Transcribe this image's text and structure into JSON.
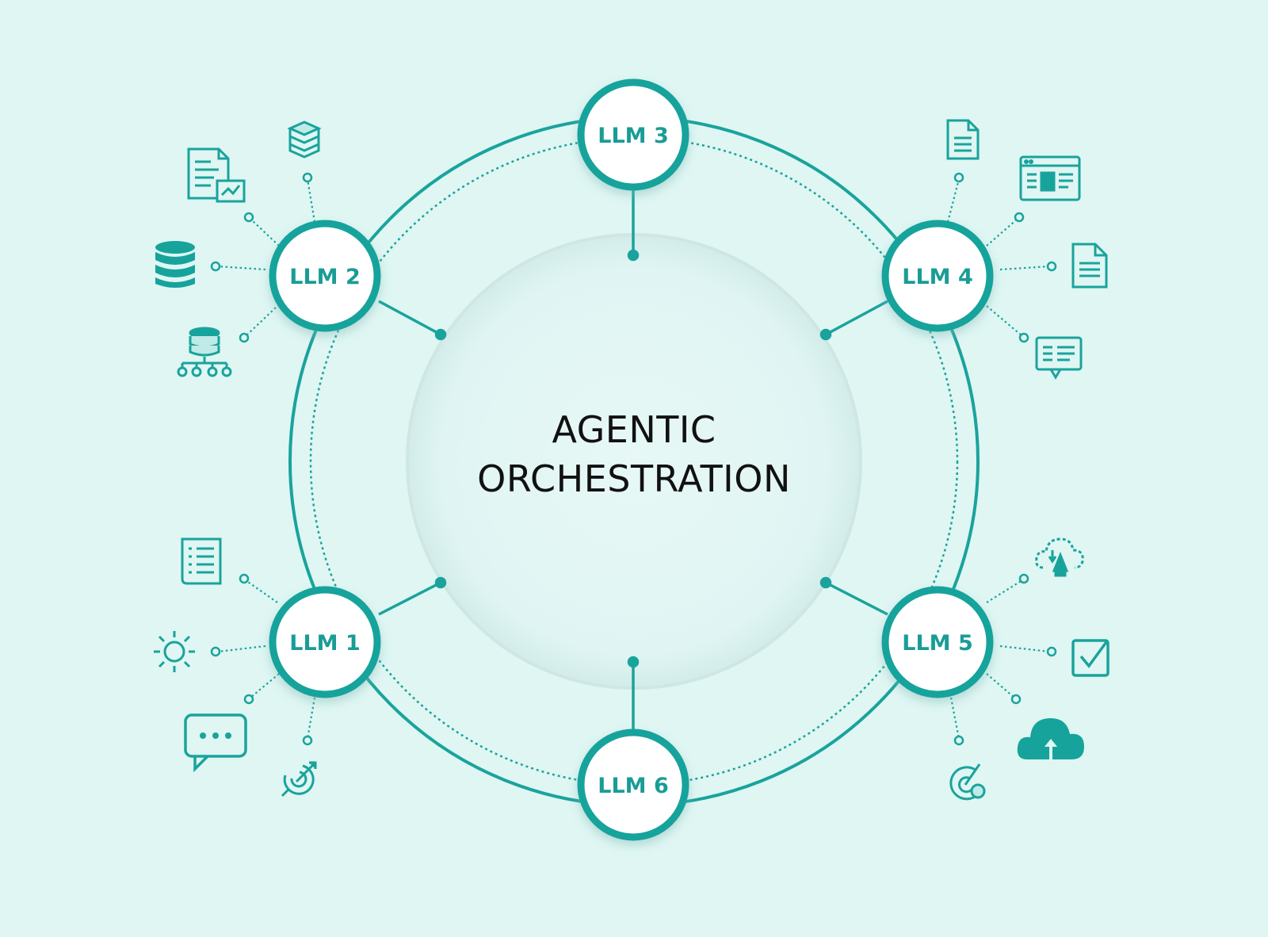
{
  "diagram": {
    "title_lines": [
      "AGENTIC",
      "ORCHESTRATION"
    ],
    "nodes": [
      {
        "id": "llm1",
        "label": "LLM 1",
        "icons": [
          "checklist-doc-icon",
          "sun-icon",
          "chat-bubble-icon",
          "target-arrow-icon"
        ]
      },
      {
        "id": "llm2",
        "label": "LLM 2",
        "icons": [
          "server-stack-icon",
          "report-doc-icon",
          "database-icon",
          "database-network-icon"
        ]
      },
      {
        "id": "llm3",
        "label": "LLM 3",
        "icons": []
      },
      {
        "id": "llm4",
        "label": "LLM 4",
        "icons": [
          "document-icon",
          "dashboard-window-icon",
          "document-lines-icon",
          "message-card-icon"
        ]
      },
      {
        "id": "llm5",
        "label": "LLM 5",
        "icons": [
          "cloud-rocket-icon",
          "checkbox-icon",
          "cloud-upload-icon",
          "target-hit-icon"
        ]
      },
      {
        "id": "llm6",
        "label": "LLM 6",
        "icons": []
      }
    ],
    "colors": {
      "background": "#dff6f3",
      "accent": "#16a39c",
      "accent_dark": "#0f8f8a",
      "node_fill": "#ffffff",
      "title": "#111111"
    }
  }
}
